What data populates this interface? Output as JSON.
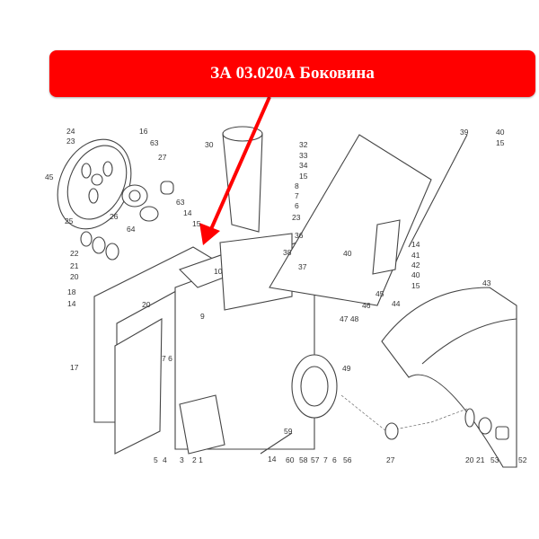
{
  "banner": {
    "title": "ЗА 03.020А Боковина",
    "color": "#ff0000"
  },
  "labels": [
    "24",
    "23",
    "16",
    "63",
    "27",
    "30",
    "45",
    "25",
    "26",
    "64",
    "63",
    "14",
    "15",
    "22",
    "21",
    "20",
    "18",
    "14",
    "17",
    "20",
    "9",
    "10",
    "7 6",
    "32",
    "33",
    "34",
    "15",
    "8",
    "7",
    "6",
    "23",
    "36",
    "38",
    "37",
    "40",
    "45",
    "47 48",
    "39",
    "40",
    "15",
    "14",
    "41",
    "42",
    "40",
    "15",
    "44",
    "46",
    "43",
    "49",
    "5",
    "4",
    "3",
    "2 1",
    "14",
    "60",
    "58",
    "57",
    "7",
    "6",
    "56",
    "27",
    "20",
    "21",
    "53",
    "52",
    "59"
  ]
}
